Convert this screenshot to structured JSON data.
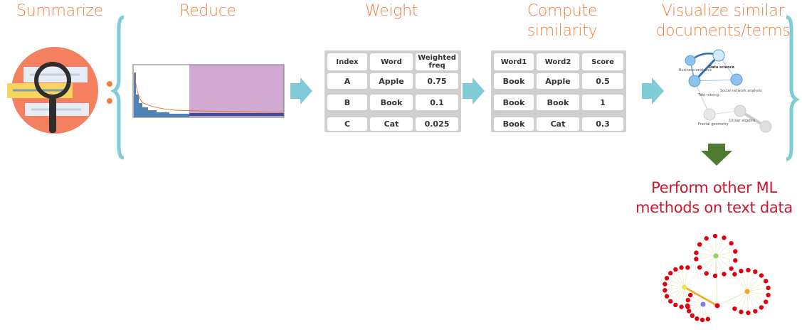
{
  "stages": {
    "summarize": "Summarize",
    "reduce": "Reduce",
    "weight": "Weight",
    "compute_line1": "Compute",
    "compute_line2": "similarity",
    "visualize_line1": "Visualize similar",
    "visualize_line2": "documents/terms",
    "perform_line1": "Perform other ML",
    "perform_line2": "methods on text data"
  },
  "weight_table": {
    "headers": [
      "Index",
      "Word",
      "Weighted freq"
    ],
    "rows": [
      [
        "A",
        "Apple",
        "0.75"
      ],
      [
        "B",
        "Book",
        "0.1"
      ],
      [
        "C",
        "Cat",
        "0.025"
      ]
    ]
  },
  "similarity_table": {
    "headers": [
      "Word1",
      "Word2",
      "Score"
    ],
    "rows": [
      [
        "Book",
        "Apple",
        "0.5"
      ],
      [
        "Book",
        "Book",
        "1"
      ],
      [
        "Book",
        "Cat",
        "0.3"
      ]
    ]
  },
  "graph_nodes": {
    "business_analytics": "Business analytics",
    "data_science": "Data science",
    "text_mining": "Text mining",
    "social_network_analysis": "Social network analysis",
    "fractal_geometry": "Fractal geometry",
    "linear_algebra": "Linear algebra"
  },
  "colors": {
    "title_orange": "#f47e3c",
    "subtitle_red": "#c8182e",
    "arrow_teal": "#7fccd8",
    "bracket_teal": "#7fccd8",
    "down_arrow_green": "#4d7c2f",
    "reduce_purple": "#cfa9d2",
    "reduce_blue": "#4f83b8",
    "node_blue": "#8ec1ec",
    "net_red": "#e0000e"
  },
  "icons": [
    "magnifier-icon",
    "arrow-right-icon",
    "arrow-down-icon"
  ]
}
